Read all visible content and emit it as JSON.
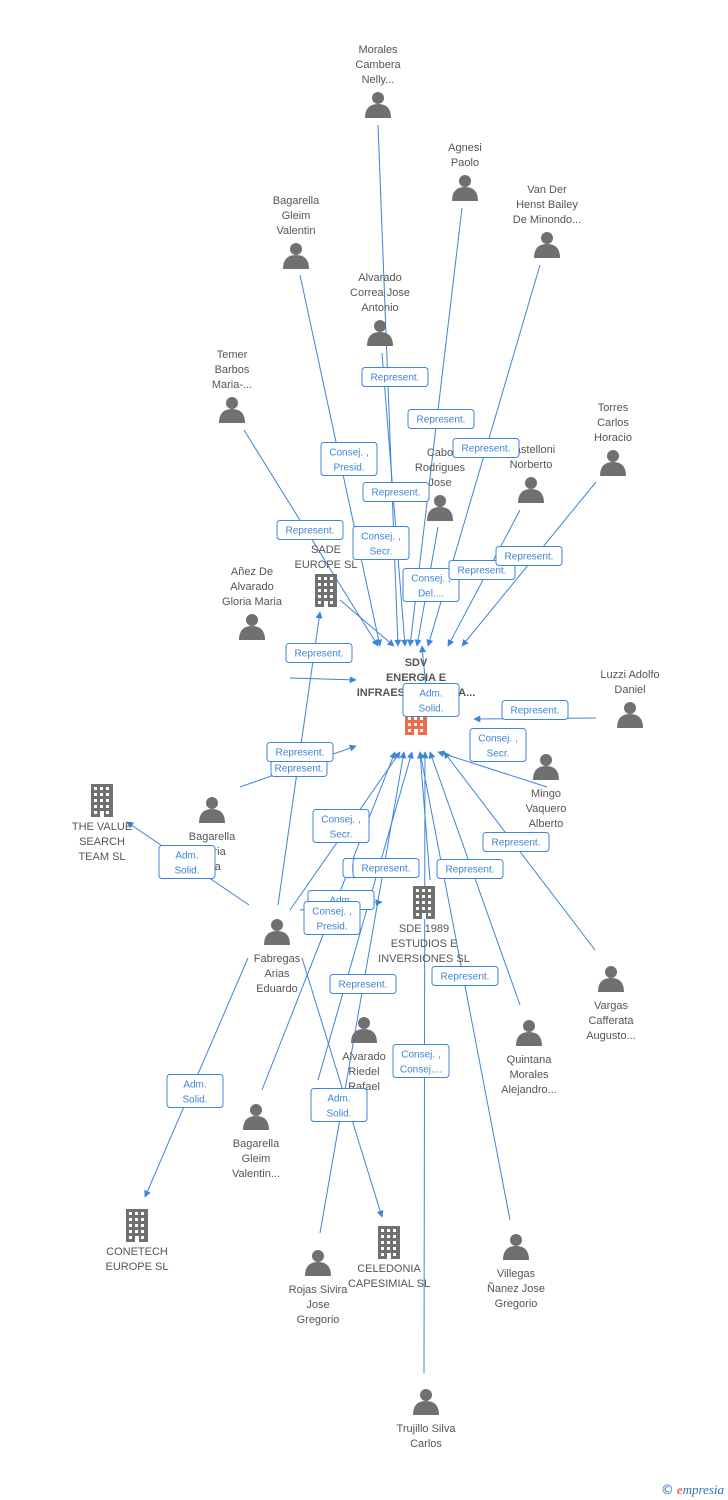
{
  "center": {
    "id": "sdv",
    "label": [
      "SDV",
      "ENERGIA E",
      "INFRAESTRUCTURA..."
    ],
    "type": "company",
    "primary": true
  },
  "nodes": [
    {
      "id": "morales",
      "label": [
        "Morales",
        "Cambera",
        "Nelly..."
      ],
      "type": "person"
    },
    {
      "id": "agnesi",
      "label": [
        "Agnesi",
        "Paolo"
      ],
      "type": "person"
    },
    {
      "id": "vanderhenst",
      "label": [
        "Van Der",
        "Henst Bailey",
        "De Minondo..."
      ],
      "type": "person"
    },
    {
      "id": "bagarella1",
      "label": [
        "Bagarella",
        "Gleim",
        "Valentin"
      ],
      "type": "person"
    },
    {
      "id": "alvaradocorrea",
      "label": [
        "Alvarado",
        "Correa Jose",
        "Antonio"
      ],
      "type": "person"
    },
    {
      "id": "temer",
      "label": [
        "Temer",
        "Barbos",
        "Maria-..."
      ],
      "type": "person"
    },
    {
      "id": "torres",
      "label": [
        "Torres",
        "Carlos",
        "Horacio"
      ],
      "type": "person"
    },
    {
      "id": "cabo",
      "label": [
        "Cabo",
        "Rodrigues",
        "Jose"
      ],
      "type": "person"
    },
    {
      "id": "castelloni",
      "label": [
        "Castelloni",
        "Norberto"
      ],
      "type": "person"
    },
    {
      "id": "sade",
      "label": [
        "SADE",
        "EUROPE SL"
      ],
      "type": "company"
    },
    {
      "id": "anez",
      "label": [
        "Añez De",
        "Alvarado",
        "Gloria Maria"
      ],
      "type": "person"
    },
    {
      "id": "luzzi",
      "label": [
        "Luzzi Adolfo",
        "Daniel"
      ],
      "type": "person"
    },
    {
      "id": "mingo",
      "label": [
        "Mingo",
        "Vaquero",
        "Alberto"
      ],
      "type": "person"
    },
    {
      "id": "valuesearch",
      "label": [
        "THE VALUE",
        "SEARCH",
        "TEAM  SL"
      ],
      "type": "company"
    },
    {
      "id": "bagarella2",
      "label": [
        "Bagarella",
        "Maria",
        "tina"
      ],
      "type": "person"
    },
    {
      "id": "sde1989",
      "label": [
        "SDE 1989",
        "ESTUDIOS E",
        "INVERSIONES SL"
      ],
      "type": "company"
    },
    {
      "id": "fabregas",
      "label": [
        "Fabregas",
        "Arias",
        "Eduardo"
      ],
      "type": "person"
    },
    {
      "id": "vargas",
      "label": [
        "Vargas",
        "Cafferata",
        "Augusto..."
      ],
      "type": "person"
    },
    {
      "id": "alvaradoriedel",
      "label": [
        "Alvarado",
        "Riedel",
        "Rafael"
      ],
      "type": "person"
    },
    {
      "id": "quintana",
      "label": [
        "Quintana",
        "Morales",
        "Alejandro..."
      ],
      "type": "person"
    },
    {
      "id": "bagarella3",
      "label": [
        "Bagarella",
        "Gleim",
        "Valentin..."
      ],
      "type": "person"
    },
    {
      "id": "conetech",
      "label": [
        "CONETECH",
        "EUROPE SL"
      ],
      "type": "company"
    },
    {
      "id": "celedonia",
      "label": [
        "CELEDONIA",
        "CAPESIMIAL  SL"
      ],
      "type": "company"
    },
    {
      "id": "rojas",
      "label": [
        "Rojas Sivira",
        "Jose",
        "Gregorio"
      ],
      "type": "person"
    },
    {
      "id": "villegas",
      "label": [
        "Villegas",
        "Ñanez Jose",
        "Gregorio"
      ],
      "type": "person"
    },
    {
      "id": "trujillo",
      "label": [
        "Trujillo Silva",
        "Carlos"
      ],
      "type": "person"
    }
  ],
  "relations": [
    {
      "from": "morales",
      "to": "sdv",
      "label": [
        "Represent."
      ]
    },
    {
      "from": "agnesi",
      "to": "sdv",
      "label": [
        "Represent."
      ]
    },
    {
      "from": "vanderhenst",
      "to": "sdv",
      "label": [
        "Represent."
      ]
    },
    {
      "from": "bagarella1",
      "to": "sdv",
      "label": [
        "Consej. ,",
        "Presid."
      ]
    },
    {
      "from": "alvaradocorrea",
      "to": "sdv",
      "label": [
        "Represent."
      ]
    },
    {
      "from": "temer",
      "to": "sdv",
      "label": [
        "Represent."
      ]
    },
    {
      "from": "cabo",
      "to": "sdv",
      "label": [
        "Consej. ,",
        "Del...."
      ]
    },
    {
      "from": "castelloni",
      "to": "sdv",
      "label": [
        "Represent."
      ]
    },
    {
      "from": "torres",
      "to": "sdv",
      "label": [
        "Represent."
      ]
    },
    {
      "from": "sade",
      "to": "sdv",
      "label": [
        "Consej. ,",
        "Secr."
      ]
    },
    {
      "from": "anez",
      "to": "sdv",
      "label": [
        "Represent."
      ]
    },
    {
      "from": "sdv",
      "to": "luzzi",
      "label": [
        "Adm.",
        "Solid."
      ]
    },
    {
      "from": "luzzi",
      "to": "sdv",
      "label": [
        "Represent."
      ]
    },
    {
      "from": "mingo",
      "to": "sdv",
      "label": [
        "Consej. ,",
        "Secr."
      ]
    },
    {
      "from": "bagarella2",
      "to": "sdv",
      "label": [
        "Consej. ,",
        "Represent."
      ]
    },
    {
      "from": "fabregas",
      "to": "valuesearch",
      "label": [
        "Adm.",
        "Solid."
      ]
    },
    {
      "from": "fabregas",
      "to": "sdv",
      "label": [
        "Consej. ,",
        "Secr."
      ]
    },
    {
      "from": "fabregas",
      "to": "sade",
      "label": [
        "Represent."
      ]
    },
    {
      "from": "fabregas",
      "to": "sde1989",
      "label": [
        "Adm."
      ]
    },
    {
      "from": "alvaradoriedel",
      "to": "sdv",
      "label": [
        "Consej. ,",
        "Presid."
      ]
    },
    {
      "from": "quintana",
      "to": "sdv",
      "label": [
        "Represent."
      ]
    },
    {
      "from": "vargas",
      "to": "sdv",
      "label": [
        "Represent."
      ]
    },
    {
      "from": "sde1989",
      "to": "sdv",
      "label": [
        "Represent."
      ]
    },
    {
      "from": "bagarella3",
      "to": "sdv",
      "label": [
        "Represent."
      ]
    },
    {
      "from": "villegas",
      "to": "sdv",
      "label": [
        "Represent."
      ]
    },
    {
      "from": "fabregas",
      "to": "conetech",
      "label": [
        "Adm.",
        "Solid."
      ]
    },
    {
      "from": "fabregas",
      "to": "celedonia",
      "label": [
        "Adm.",
        "Solid."
      ]
    },
    {
      "from": "trujillo",
      "to": "sdv",
      "label": [
        "Consej. ,",
        "Consej...."
      ]
    },
    {
      "from": "rojas",
      "to": "sdv",
      "label": [
        "Represent."
      ]
    }
  ],
  "footer": {
    "copyright": "©",
    "brand_initial": "e",
    "brand_rest": "mpresia"
  },
  "colors": {
    "edge": "#3d85d8",
    "node": "#707070",
    "primary": "#f06a43",
    "text": "#555555"
  }
}
